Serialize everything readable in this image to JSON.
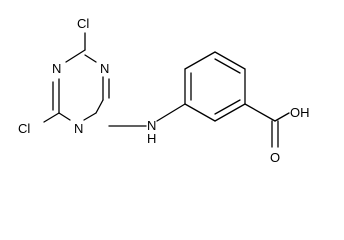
{
  "molecule": {
    "atoms": {
      "cl_top": "Cl",
      "cl_left": "Cl",
      "n_upper": "N",
      "n_right": "N",
      "n_lower": "N",
      "amine": "N",
      "amine_h": "H",
      "oh": "OH",
      "o_carbonyl": "O"
    }
  }
}
